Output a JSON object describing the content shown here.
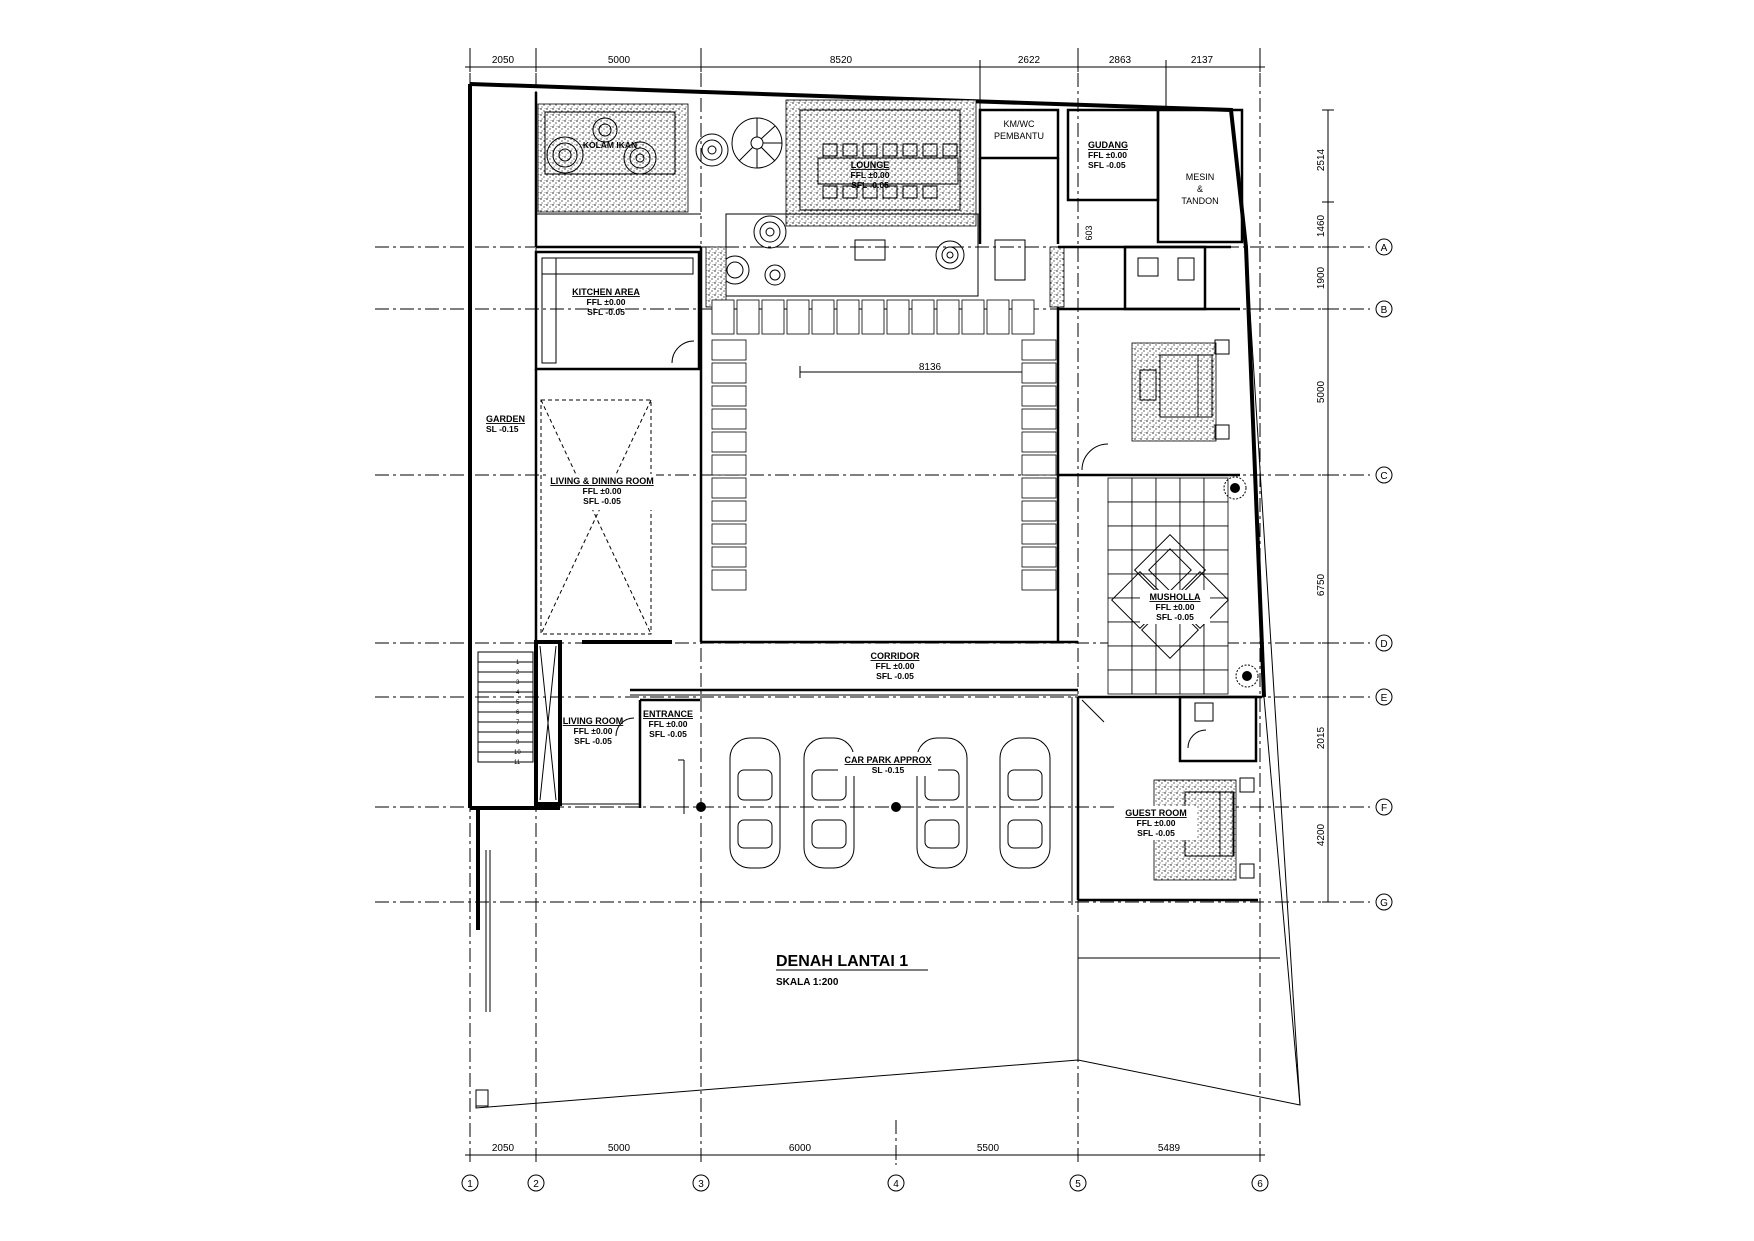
{
  "drawing": {
    "title": "DENAH LANTAI 1",
    "scale": "SKALA 1:200"
  },
  "dimensions": {
    "top": [
      "2050",
      "5000",
      "8520",
      "2622",
      "2863",
      "2137"
    ],
    "bottom": [
      "2050",
      "5000",
      "6000",
      "5500",
      "5489"
    ],
    "right": [
      "2514",
      "1460",
      "1900",
      "5000",
      "6750",
      "2015",
      "4200"
    ],
    "inner_top": "603",
    "courtyard": "8136"
  },
  "grid_axes": {
    "columns": [
      "1",
      "2",
      "3",
      "4",
      "5",
      "6"
    ],
    "rows": [
      "A",
      "B",
      "C",
      "D",
      "E",
      "F",
      "G"
    ]
  },
  "rooms": {
    "kolam_ikan": {
      "name": "KOLAM IKAN"
    },
    "lounge": {
      "name": "LOUNGE",
      "ffl": "FFL ±0.00",
      "sfl": "SFL -0.05"
    },
    "kmwc": {
      "line1": "KM/WC",
      "line2": "PEMBANTU"
    },
    "gudang": {
      "name": "GUDANG",
      "ffl": "FFL ±0.00",
      "sfl": "SFL -0.05"
    },
    "mesin": {
      "line1": "MESIN",
      "line2": "&",
      "line3": "TANDON"
    },
    "kitchen": {
      "name": "KITCHEN AREA",
      "ffl": "FFL ±0.00",
      "sfl": "SFL -0.05"
    },
    "garden": {
      "name": "GARDEN",
      "sl": "SL -0.15"
    },
    "living_dining": {
      "name": "LIVING & DINING ROOM",
      "ffl": "FFL ±0.00",
      "sfl": "SFL -0.05"
    },
    "corridor": {
      "name": "CORRIDOR",
      "ffl": "FFL ±0.00",
      "sfl": "SFL -0.05"
    },
    "musholla": {
      "name": "MUSHOLLA",
      "ffl": "FFL ±0.00",
      "sfl": "SFL -0.05"
    },
    "living_room": {
      "name": "LIVING ROOM",
      "ffl": "FFL ±0.00",
      "sfl": "SFL -0.05"
    },
    "entrance": {
      "name": "ENTRANCE",
      "ffl": "FFL ±0.00",
      "sfl": "SFL -0.05"
    },
    "car_park": {
      "name": "CAR PARK APPROX",
      "sl": "SL -0.15"
    },
    "guest_room": {
      "name": "GUEST ROOM",
      "ffl": "FFL ±0.00",
      "sfl": "SFL -0.05"
    }
  },
  "stair_steps": [
    "1",
    "2",
    "3",
    "4",
    "5",
    "6",
    "7",
    "8",
    "9",
    "10",
    "11"
  ]
}
